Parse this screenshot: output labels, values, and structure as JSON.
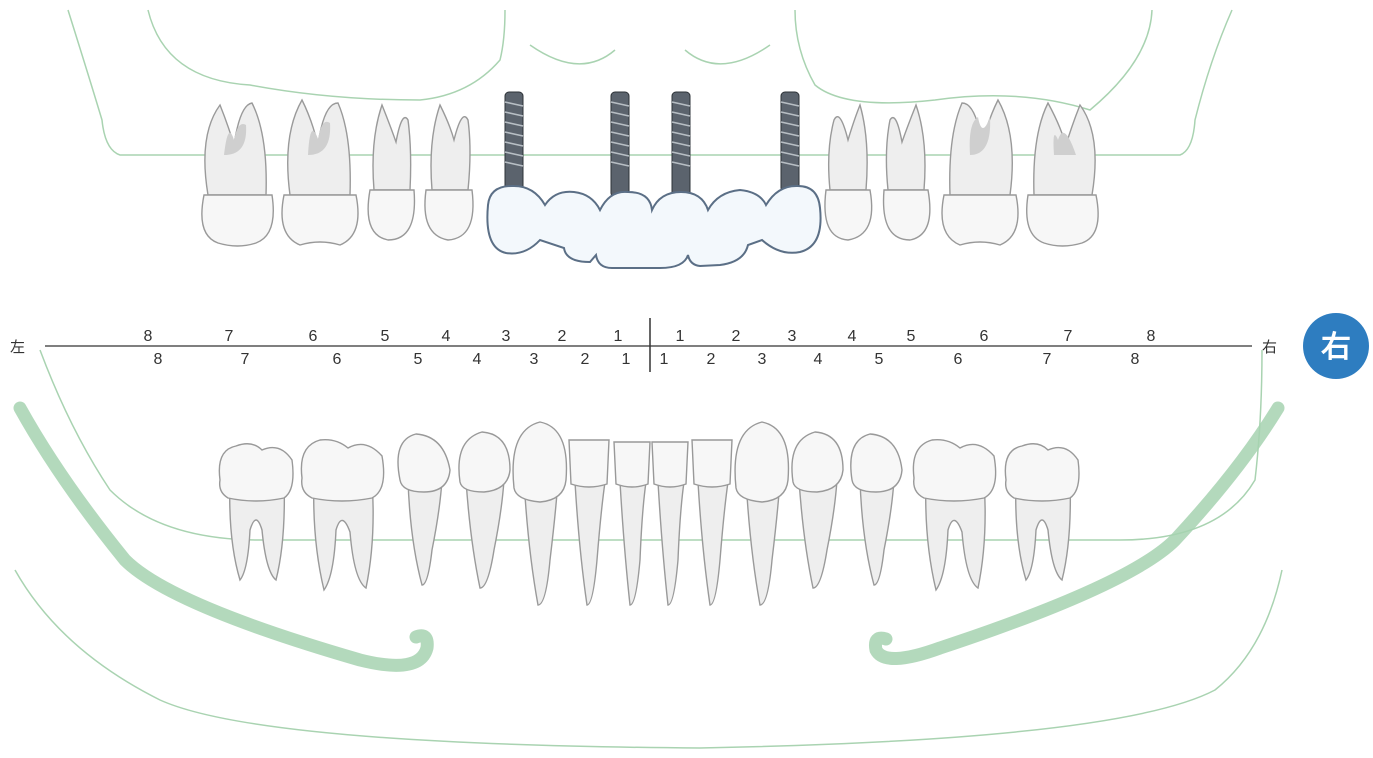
{
  "labels": {
    "left_side": "左",
    "right_side_line": "右",
    "right_badge": "右"
  },
  "colors": {
    "badge": "#2e7dc0",
    "gum_line": "#a9d3b1",
    "jaw_bone": "#a6d2b0",
    "implant": "#5b636d"
  },
  "upper_numbers": [
    "8",
    "7",
    "6",
    "5",
    "4",
    "3",
    "2",
    "1",
    "1",
    "2",
    "3",
    "4",
    "5",
    "6",
    "7",
    "8"
  ],
  "lower_numbers": [
    "8",
    "7",
    "6",
    "5",
    "4",
    "3",
    "2",
    "1",
    "1",
    "2",
    "3",
    "4",
    "5",
    "6",
    "7",
    "8"
  ],
  "icons": {
    "implant": "dental-implant-icon",
    "bridge": "dental-bridge-icon",
    "tooth": "tooth-icon"
  },
  "restoration": {
    "type": "implant-supported bridge",
    "implants": 4,
    "bridge_units": 6
  }
}
